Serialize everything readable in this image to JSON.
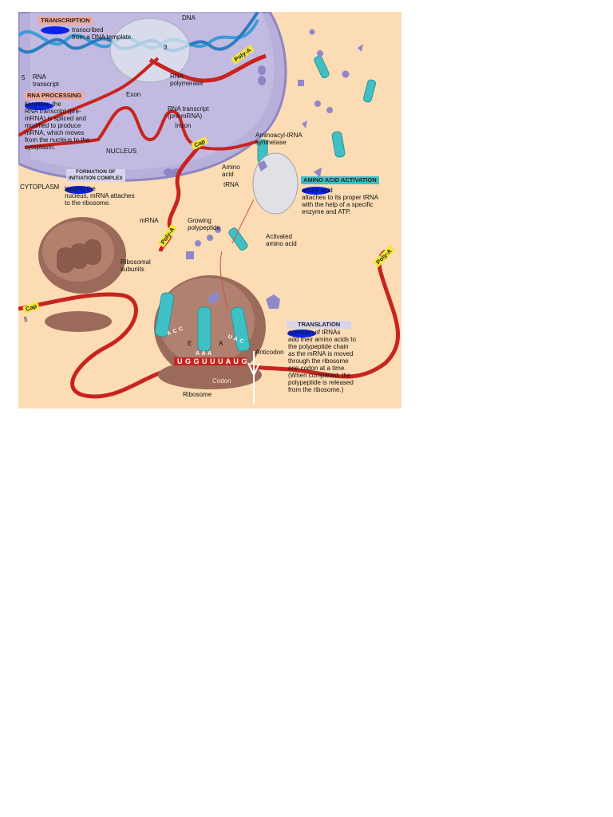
{
  "headers": {
    "transcription": "TRANSCRIPTION",
    "rna_processing": "RNA PROCESSING",
    "formation": "FORMATION OF\nINITIATION COMPLEX",
    "aa_activation": "AMINO ACID ACTIVATION",
    "translation": "TRANSLATION"
  },
  "descriptions": {
    "transcription": "transcribed\nfrom a DNA template.",
    "rna_processing": "karyotes, the\nRNA transcript (pre-\nmRNA) is spliced and\nmodified to produce\nmRNA, which moves\nfrom the nucleus to the\ncytoplasm.",
    "formation": "leaving the\nnucleus, mRNA attaches\nto the ribosome.",
    "aa_activation": "amino acid\nattaches to its proper tRNA\nwith the help of a specific\nenzyme and ATP.",
    "translation": "ccession of tRNAs\nadd their amino acids to\nthe polypeptide chain\nas the mRNA is moved\nthrough the ribosome\none codon at a time.\n(When completed, the\npolypeptide is released\nfrom the ribosome.)"
  },
  "labels": {
    "dna": "DNA",
    "three_prime": "3",
    "five_prime_top": "5",
    "five_prime_bottom": "5",
    "rna_transcript": "RNA\ntranscript",
    "exon": "Exon",
    "rna_polymerase": "RNA\npolymerase",
    "rna_transcript_pre": "RNA transcript\n(pre-mRNA)",
    "intron": "Intron",
    "nucleus": "NUCLEUS",
    "cytoplasm": "CYTOPLASM",
    "aminoacyl_synthetase": "Aminoacyl-tRNA\nsynthetase",
    "amino_acid": "Amino\nacid",
    "trna": "tRNA",
    "mrna": "mRNA",
    "growing_polypeptide": "Growing\npolypeptide",
    "activated_amino_acid": "Activated\namino acid",
    "ribosomal_subunits": "Ribosomal\nsubunits",
    "e_site": "E",
    "a_site": "A",
    "anticodon": "Anticodon",
    "codon": "Codon",
    "ribosome": "Ribosome",
    "anticodon_seq_1": "A C C",
    "anticodon_seq_2": "A A A",
    "anticodon_seq_3": "U A C",
    "codon_seq": "U G G U U U A U G"
  },
  "tags": {
    "poly_a_1": "Poly-A",
    "cap_1": "Cap",
    "poly_a_2": "Poly-A",
    "poly_a_3": "Poly-A",
    "cap_2": "Cap"
  },
  "colors": {
    "cytoplasm": "#fcdcb4",
    "nucleus": "#b8b0da",
    "mrna": "#c8241f",
    "ribosome": "#9c6a5a",
    "trna": "#40c0c4",
    "amino_acid": "#8f88c8",
    "dna": "#3d9bd8",
    "redaction": "#0a23e6"
  }
}
